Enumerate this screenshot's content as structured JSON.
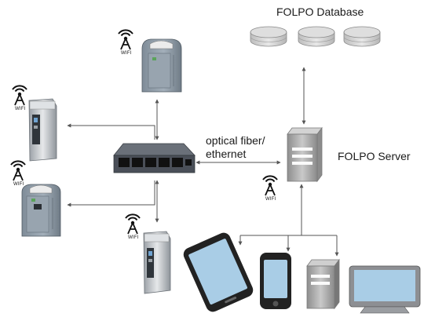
{
  "labels": {
    "database_title": "FOLPO Database",
    "link_label": "optical fiber/\nethernet",
    "server_label": "FOLPO Server",
    "wifi_label": "WIFI"
  },
  "colors": {
    "connector": "#555555",
    "disk": "#d2d2d2",
    "switch": "#4a4f58",
    "device_screen": "#a9cde6",
    "device_body": "#222222",
    "kiosk_body": "#8d9aa6"
  },
  "icons": [
    "database-disk-icon",
    "wifi-antenna-icon",
    "network-switch-icon",
    "server-icon",
    "tablet-icon",
    "smartphone-icon",
    "desktop-tower-icon",
    "monitor-icon",
    "kiosk-terminal-icon"
  ]
}
